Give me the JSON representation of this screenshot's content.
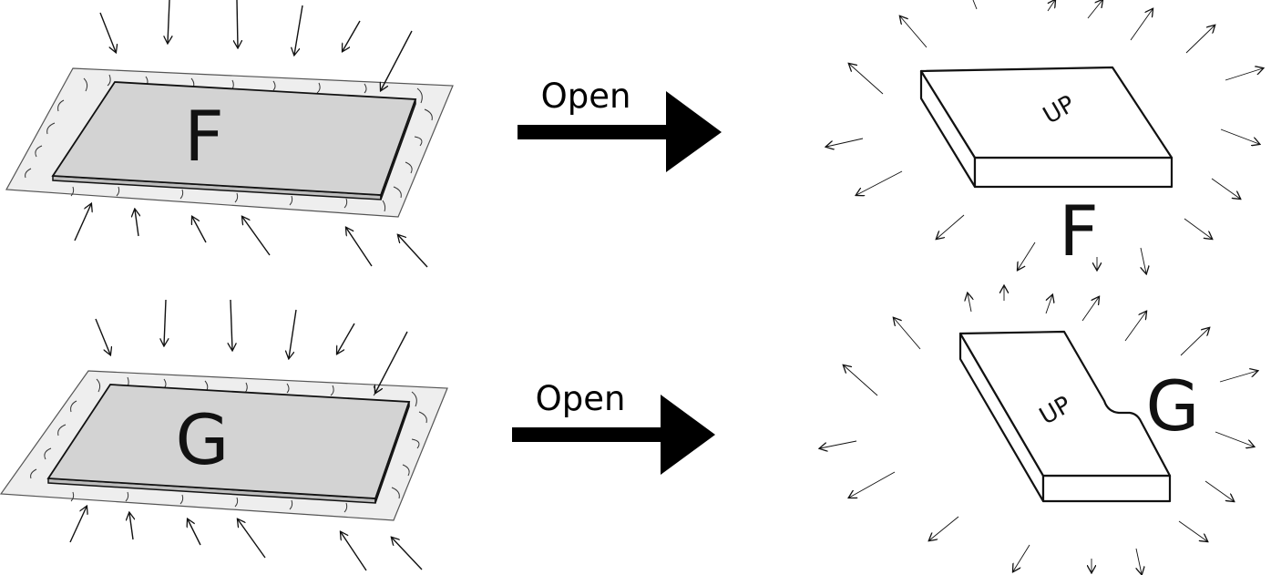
{
  "rows": [
    {
      "id": "f",
      "letter": "F",
      "action": "Open",
      "top_label": "UP",
      "shape": "rectangle"
    },
    {
      "id": "g",
      "letter": "G",
      "action": "Open",
      "top_label": "UP",
      "shape": "notched"
    }
  ],
  "colors": {
    "ink": "#111111",
    "panel_fill": "#d3d3d3",
    "wrap_fill": "#eeeeee",
    "arrow_fill": "#000000"
  }
}
